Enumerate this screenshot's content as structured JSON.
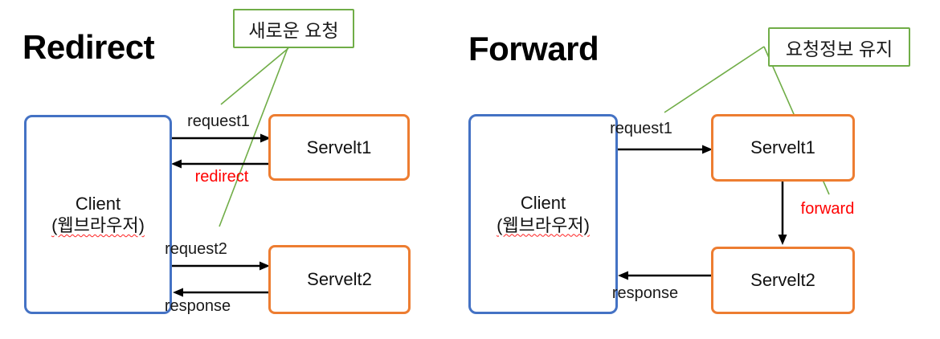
{
  "redirect": {
    "title": "Redirect",
    "callout": "새로운 요청",
    "client_name": "Client",
    "client_sub": "(웹브라우저)",
    "servlet1": "Servelt1",
    "servlet2": "Servelt2",
    "arrow_request1": "request1",
    "arrow_redirect": "redirect",
    "arrow_request2": "request2",
    "arrow_response": "response"
  },
  "forward": {
    "title": "Forward",
    "callout": "요청정보 유지",
    "client_name": "Client",
    "client_sub": "(웹브라우저)",
    "servlet1": "Servelt1",
    "servlet2": "Servelt2",
    "arrow_request1": "request1",
    "arrow_forward": "forward",
    "arrow_response": "response"
  },
  "colors": {
    "client_border_blue": "#4472C4",
    "servlet_border_orange": "#ED7D31",
    "callout_green": "#70AD47",
    "action_label_red": "#FF0000",
    "arrow_black": "#000000",
    "spellcheck_underline_red": "#FF2222"
  }
}
